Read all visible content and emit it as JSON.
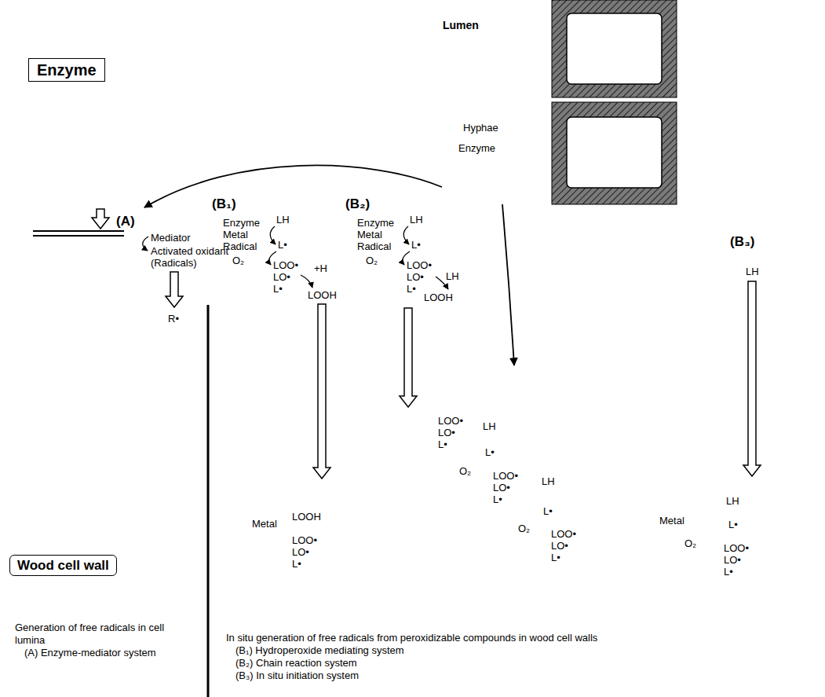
{
  "diagram": {
    "nodes": [
      {
        "text": [
          "Enzyme"
        ]
      },
      {
        "text": [
          "Lumen"
        ]
      },
      {
        "text": [
          "Hyphae",
          "Enzyme"
        ]
      },
      {
        "text": [
          "Wood cell wall"
        ]
      },
      {
        "text": [
          "R•"
        ],
        "in": 3
      },
      {
        "text": [
          "Metal",
          "LOOH",
          "LOO•",
          "LO•",
          "L•"
        ],
        "in": 3
      },
      {
        "text": [
          "LOO•",
          "LO•",
          "L•",
          "LH",
          "L•",
          "O₂",
          "LOO•",
          "LO•",
          "L•",
          "LH",
          "L•",
          "O₂",
          "LOO•",
          "LO•",
          "L•"
        ],
        "in": 3
      },
      {
        "text": [
          "LH",
          "Metal",
          "L•",
          "O₂",
          "LOO•",
          "LO•",
          "L•"
        ],
        "in": 3
      },
      {
        "text": [
          "Generation of free radicals in cell lumina",
          "(A) Enzyme-mediator system"
        ],
        "in": 3
      },
      {
        "text": [
          "In situ generation of free radicals from peroxidizable compounds in wood cell walls",
          "(B₁) Hydroperoxide mediating system",
          "(B₂) Chain reaction system",
          "(B₃) In situ initiation system"
        ],
        "in": 3
      }
    ],
    "edges": [
      {
        "from": 2,
        "to": 6,
        "arrow": "to"
      }
    ],
    "labels": [
      "(A)",
      "Mediator",
      "Activated oxidant (Radicals)",
      "(B₁)",
      "Enzyme",
      "Metal",
      "Radical",
      "LH",
      "L•",
      "O₂",
      "LOO•",
      "LO•",
      "L•",
      "+H",
      "LOOH",
      "(B₂)",
      "Enzyme",
      "Metal",
      "Radical",
      "LH",
      "L•",
      "O₂",
      "LOO•",
      "LO•",
      "L•",
      "LH",
      "LOOH",
      "(B₃)",
      "LH"
    ]
  }
}
